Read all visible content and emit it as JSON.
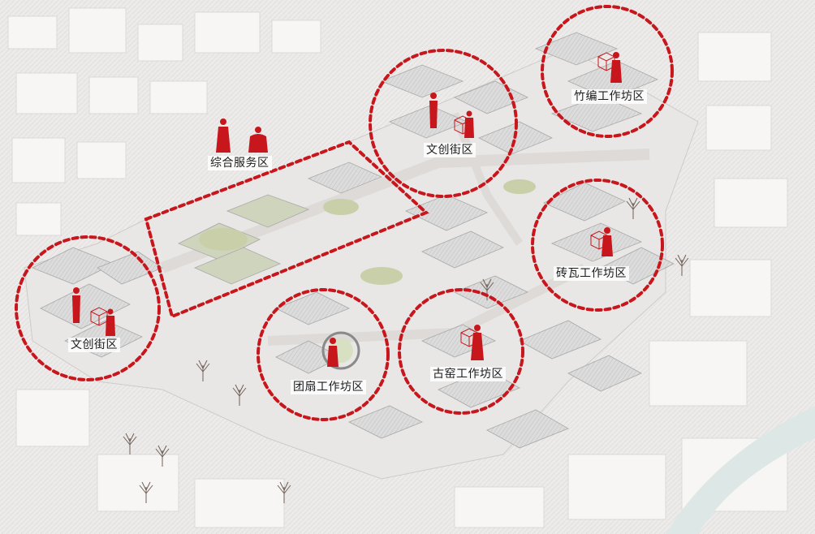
{
  "colors": {
    "boundary": "#c8161d",
    "figure": "#c8161d",
    "roof": "#d9d9d9",
    "roof_dark": "#bdbdbd",
    "ground": "#f2f0ef",
    "street": "#e6e3e1",
    "tree": "#6f5f57",
    "grass": "#c9cfa8",
    "water": "#dde8e6"
  },
  "zones": [
    {
      "id": "service",
      "label": "综合服务区"
    },
    {
      "id": "creative-east",
      "label": "文创街区"
    },
    {
      "id": "bamboo",
      "label": "竹编工作坊区"
    },
    {
      "id": "creative-west",
      "label": "文创街区"
    },
    {
      "id": "brick",
      "label": "砖瓦工作坊区"
    },
    {
      "id": "fan",
      "label": "团扇工作坊区"
    },
    {
      "id": "kiln",
      "label": "古窑工作坊区"
    }
  ]
}
